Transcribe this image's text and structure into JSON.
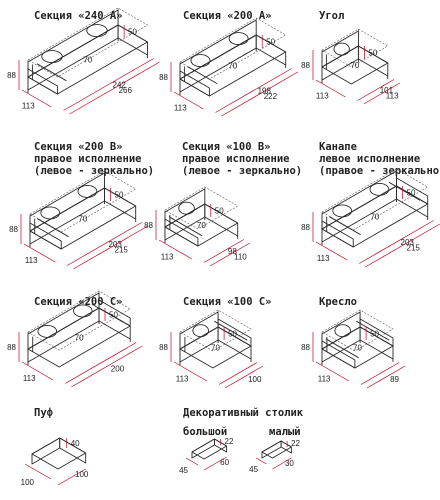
{
  "items": [
    {
      "id": "s240a",
      "lines": [
        "Секция «240 А»"
      ],
      "dims": [
        "88",
        "50",
        "70",
        "242",
        "266",
        "113"
      ]
    },
    {
      "id": "s200a",
      "lines": [
        "Секция «200 А»"
      ],
      "dims": [
        "88",
        "50",
        "70",
        "198",
        "222",
        "113"
      ]
    },
    {
      "id": "ugol",
      "lines": [
        "Угол"
      ],
      "dims": [
        "88",
        "50",
        "70",
        "101",
        "113",
        "113"
      ]
    },
    {
      "id": "s200b",
      "lines": [
        "Секция «200 В»",
        "правое исполнение",
        "(левое - зеркально)"
      ],
      "dims": [
        "88",
        "50",
        "70",
        "203",
        "215",
        "113"
      ]
    },
    {
      "id": "s100b",
      "lines": [
        "Секция «100 В»",
        "правое исполнение",
        "(левое - зеркально)"
      ],
      "dims": [
        "88",
        "50",
        "70",
        "98",
        "110",
        "113"
      ]
    },
    {
      "id": "kanape",
      "lines": [
        "Канапе",
        "левое исполнение",
        "(правое - зеркально)"
      ],
      "dims": [
        "88",
        "50",
        "70",
        "203",
        "215",
        "113"
      ]
    },
    {
      "id": "s200c",
      "lines": [
        "Секция «200 С»"
      ],
      "dims": [
        "88",
        "50",
        "70",
        "200",
        "113"
      ]
    },
    {
      "id": "s100c",
      "lines": [
        "Секция «100 С»"
      ],
      "dims": [
        "88",
        "50",
        "70",
        "100",
        "113"
      ]
    },
    {
      "id": "kreslo",
      "lines": [
        "Кресло"
      ],
      "dims": [
        "88",
        "50",
        "70",
        "89",
        "113"
      ]
    },
    {
      "id": "puf",
      "lines": [
        "Пуф"
      ],
      "dims": [
        "40",
        "100",
        "100"
      ]
    },
    {
      "id": "stolik",
      "lines": [
        "Декоративный столик"
      ],
      "dims": []
    },
    {
      "id": "stolik_big",
      "lines": [
        "большой"
      ],
      "dims": [
        "22",
        "45",
        "60"
      ]
    },
    {
      "id": "stolik_small",
      "lines": [
        "малый"
      ],
      "dims": [
        "22",
        "45",
        "30"
      ]
    }
  ]
}
